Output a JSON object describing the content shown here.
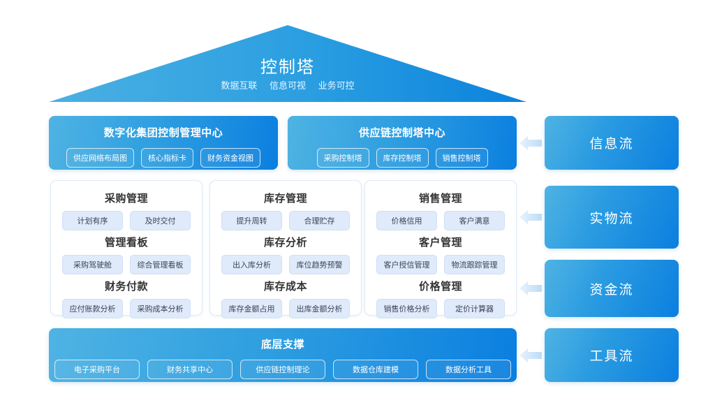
{
  "roof": {
    "title": "控制塔",
    "subtitles": [
      "数据互联",
      "信息可视",
      "业务可控"
    ]
  },
  "headers": [
    {
      "title": "数字化集团控制管理中心",
      "pills": [
        "供应网络布局图",
        "核心指标卡",
        "财务资金视图"
      ]
    },
    {
      "title": "供应链控制塔中心",
      "pills": [
        "采购控制塔",
        "库存控制塔",
        "销售控制塔"
      ]
    }
  ],
  "cards": [
    {
      "groups": [
        {
          "title": "采购管理",
          "pills": [
            "计划有序",
            "及时交付"
          ]
        },
        {
          "title": "管理看板",
          "pills": [
            "采购驾驶舱",
            "综合管理看板"
          ]
        },
        {
          "title": "财务付款",
          "pills": [
            "应付账款分析",
            "采购成本分析"
          ]
        }
      ]
    },
    {
      "groups": [
        {
          "title": "库存管理",
          "pills": [
            "提升周转",
            "合理贮存"
          ]
        },
        {
          "title": "库存分析",
          "pills": [
            "出入库分析",
            "库位趋势预警"
          ]
        },
        {
          "title": "库存成本",
          "pills": [
            "库存金额占用",
            "出库金额分析"
          ]
        }
      ]
    },
    {
      "groups": [
        {
          "title": "销售管理",
          "pills": [
            "价格信用",
            "客户满意"
          ]
        },
        {
          "title": "客户管理",
          "pills": [
            "客户授信管理",
            "物流跟踪管理"
          ]
        },
        {
          "title": "价格管理",
          "pills": [
            "销售价格分析",
            "定价计算器"
          ]
        }
      ]
    }
  ],
  "support": {
    "title": "底层支撑",
    "pills": [
      "电子采购平台",
      "财务共享中心",
      "供应链控制理论",
      "数据仓库建模",
      "数据分析工具"
    ]
  },
  "flows": [
    {
      "label": "信息流"
    },
    {
      "label": "实物流"
    },
    {
      "label": "资金流"
    },
    {
      "label": "工具流"
    }
  ],
  "colors": {
    "gradient_start": "#4fb3e3",
    "gradient_end": "#0b7fe0",
    "pill_fill": "#dfeafb",
    "arrow": "#cfe5fb",
    "heading_text": "#333333"
  }
}
